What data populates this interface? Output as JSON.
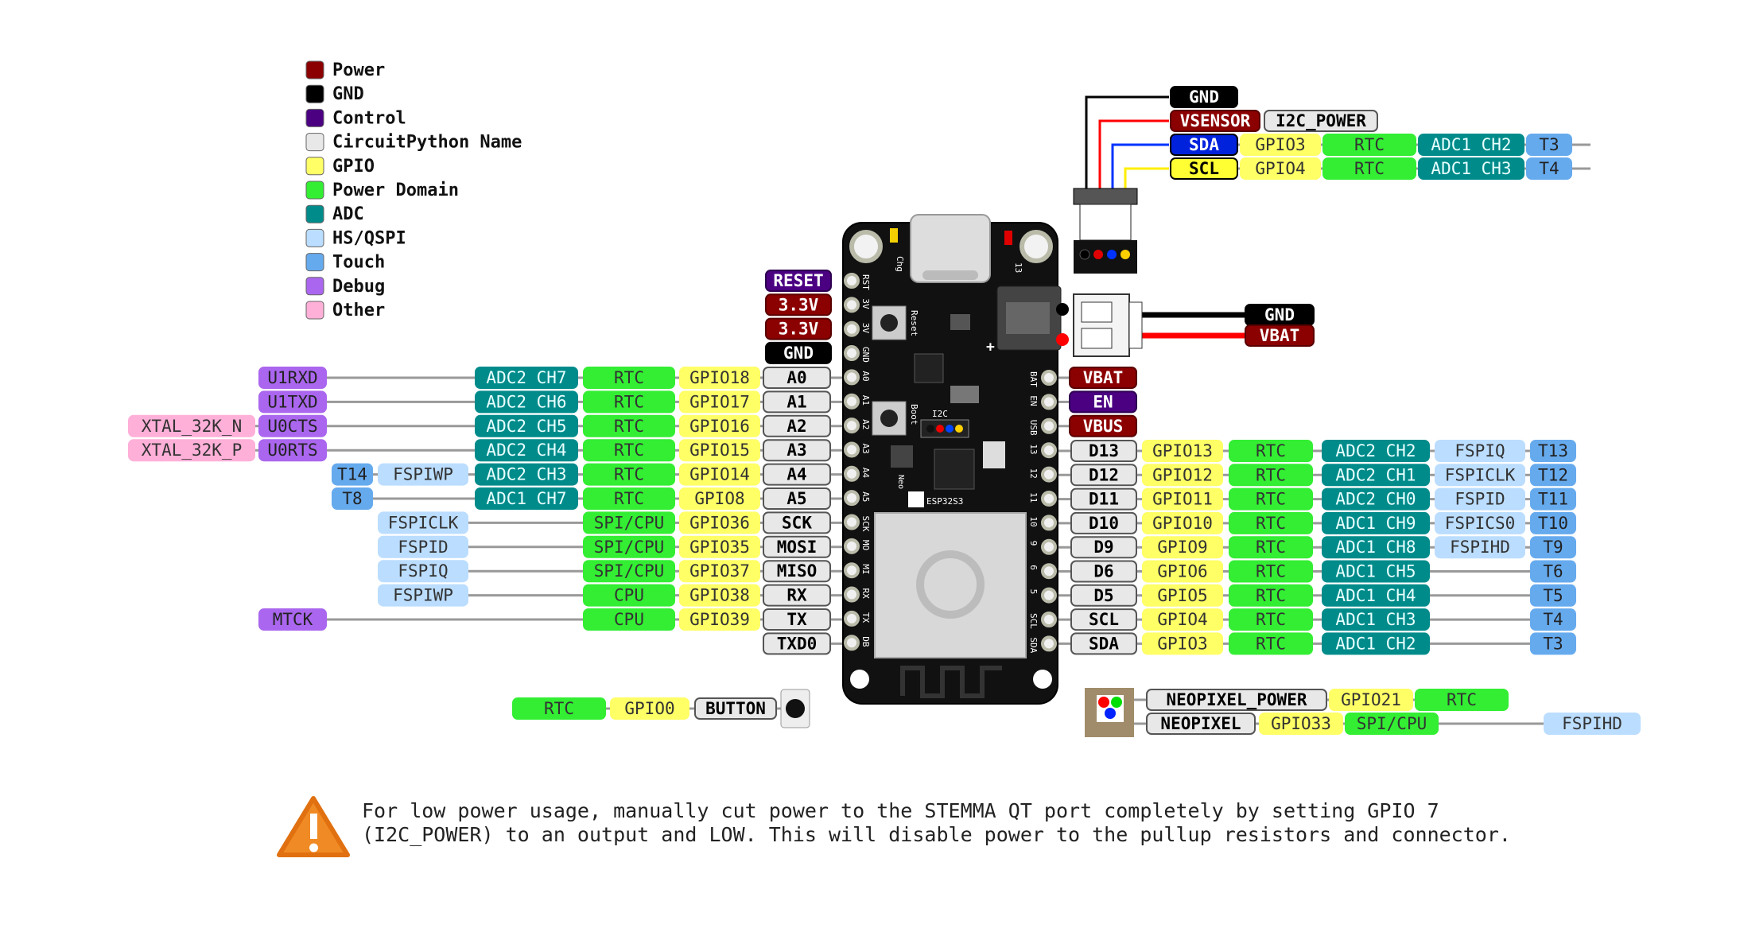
{
  "legend": [
    {
      "label": "Power",
      "color": "#8B0000"
    },
    {
      "label": "GND",
      "color": "#000000"
    },
    {
      "label": "Control",
      "color": "#4B0082"
    },
    {
      "label": "CircuitPython Name",
      "color": "#E8E8E8"
    },
    {
      "label": "GPIO",
      "color": "#FFFF66"
    },
    {
      "label": "Power Domain",
      "color": "#33EE33"
    },
    {
      "label": "ADC",
      "color": "#008B8B"
    },
    {
      "label": "HS/QSPI",
      "color": "#BBDDFF"
    },
    {
      "label": "Touch",
      "color": "#66AAEE"
    },
    {
      "label": "Debug",
      "color": "#AA66EE"
    },
    {
      "label": "Other",
      "color": "#FFB0D8"
    }
  ],
  "left_power": [
    {
      "label": "RESET",
      "type": "control"
    },
    {
      "label": "3.3V",
      "type": "power"
    },
    {
      "label": "3.3V",
      "type": "power"
    },
    {
      "label": "GND",
      "type": "gnd"
    }
  ],
  "left_pins": [
    {
      "name": "A0",
      "gpio": "GPIO18",
      "domain": "RTC",
      "adc": "ADC2 CH7",
      "debug": "U1RXD"
    },
    {
      "name": "A1",
      "gpio": "GPIO17",
      "domain": "RTC",
      "adc": "ADC2 CH6",
      "debug": "U1TXD"
    },
    {
      "name": "A2",
      "gpio": "GPIO16",
      "domain": "RTC",
      "adc": "ADC2 CH5",
      "debug": "U0CTS",
      "other": "XTAL_32K_N"
    },
    {
      "name": "A3",
      "gpio": "GPIO15",
      "domain": "RTC",
      "adc": "ADC2 CH4",
      "debug": "U0RTS",
      "other": "XTAL_32K_P"
    },
    {
      "name": "A4",
      "gpio": "GPIO14",
      "domain": "RTC",
      "adc": "ADC2 CH3",
      "qspi": "FSPIWP",
      "touch": "T14"
    },
    {
      "name": "A5",
      "gpio": "GPIO8",
      "domain": "RTC",
      "adc": "ADC1 CH7",
      "touch": "T8"
    },
    {
      "name": "SCK",
      "gpio": "GPIO36",
      "domain": "SPI/CPU",
      "qspi": "FSPICLK"
    },
    {
      "name": "MOSI",
      "gpio": "GPIO35",
      "domain": "SPI/CPU",
      "qspi": "FSPID"
    },
    {
      "name": "MISO",
      "gpio": "GPIO37",
      "domain": "SPI/CPU",
      "qspi": "FSPIQ"
    },
    {
      "name": "RX",
      "gpio": "GPIO38",
      "domain": "CPU",
      "qspi": "FSPIWP"
    },
    {
      "name": "TX",
      "gpio": "GPIO39",
      "domain": "CPU",
      "debug": "MTCK"
    },
    {
      "name": "TXD0"
    }
  ],
  "right_power": [
    {
      "label": "VBAT",
      "type": "power"
    },
    {
      "label": "EN",
      "type": "control"
    },
    {
      "label": "VBUS",
      "type": "power"
    }
  ],
  "right_pins": [
    {
      "name": "D13",
      "gpio": "GPIO13",
      "domain": "RTC",
      "adc": "ADC2 CH2",
      "qspi": "FSPIQ",
      "touch": "T13"
    },
    {
      "name": "D12",
      "gpio": "GPIO12",
      "domain": "RTC",
      "adc": "ADC2 CH1",
      "qspi": "FSPICLK",
      "touch": "T12"
    },
    {
      "name": "D11",
      "gpio": "GPIO11",
      "domain": "RTC",
      "adc": "ADC2 CH0",
      "qspi": "FSPID",
      "touch": "T11"
    },
    {
      "name": "D10",
      "gpio": "GPIO10",
      "domain": "RTC",
      "adc": "ADC1 CH9",
      "qspi": "FSPICS0",
      "touch": "T10"
    },
    {
      "name": "D9",
      "gpio": "GPIO9",
      "domain": "RTC",
      "adc": "ADC1 CH8",
      "qspi": "FSPIHD",
      "touch": "T9"
    },
    {
      "name": "D6",
      "gpio": "GPIO6",
      "domain": "RTC",
      "adc": "ADC1 CH5",
      "touch": "T6"
    },
    {
      "name": "D5",
      "gpio": "GPIO5",
      "domain": "RTC",
      "adc": "ADC1 CH4",
      "touch": "T5"
    },
    {
      "name": "SCL",
      "gpio": "GPIO4",
      "domain": "RTC",
      "adc": "ADC1 CH3",
      "touch": "T4"
    },
    {
      "name": "SDA",
      "gpio": "GPIO3",
      "domain": "RTC",
      "adc": "ADC1 CH2",
      "touch": "T3"
    }
  ],
  "stemma": {
    "gnd": "GND",
    "vsensor": "VSENSOR",
    "i2c_power": "I2C_POWER",
    "sda": {
      "name": "SDA",
      "gpio": "GPIO3",
      "domain": "RTC",
      "adc": "ADC1 CH2",
      "touch": "T3"
    },
    "scl": {
      "name": "SCL",
      "gpio": "GPIO4",
      "domain": "RTC",
      "adc": "ADC1 CH3",
      "touch": "T4"
    }
  },
  "battery": {
    "gnd": "GND",
    "vbat": "VBAT"
  },
  "button": {
    "name": "BUTTON",
    "gpio": "GPIO0",
    "domain": "RTC"
  },
  "neopixel": {
    "power_name": "NEOPIXEL_POWER",
    "power_gpio": "GPIO21",
    "power_domain": "RTC",
    "name": "NEOPIXEL",
    "gpio": "GPIO33",
    "domain": "SPI/CPU",
    "qspi": "FSPIHD"
  },
  "board": {
    "pin_labels_left": [
      "RST",
      "3V",
      "3V",
      "GND",
      "A0",
      "A1",
      "A2",
      "A3",
      "A4",
      "A5",
      "SCK",
      "MO",
      "MI",
      "RX",
      "TX",
      "DB"
    ],
    "pin_labels_right": [
      "BAT",
      "EN",
      "USB",
      "13",
      "12",
      "11",
      "10",
      "9",
      "6",
      "5",
      "SCL",
      "SDA"
    ],
    "chg": "Chg",
    "reset": "Reset",
    "boot": "Boot",
    "i2c": "I2C",
    "neo": "Neo",
    "chip": "ESP32S3",
    "plus": "+"
  },
  "note": {
    "line1": "For low power usage, manually cut power to the STEMMA QT port completely by setting GPIO 7",
    "line2": "(I2C_POWER) to an output and LOW. This will disable power to the pullup resistors and connector."
  }
}
